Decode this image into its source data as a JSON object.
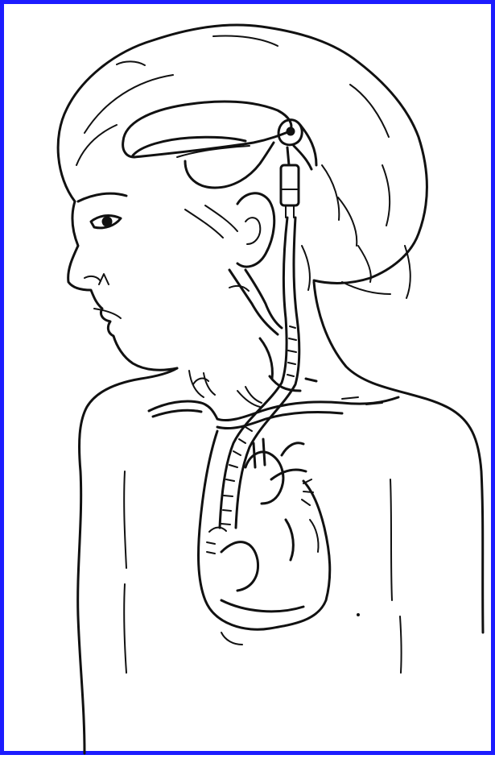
{
  "figure": {
    "frame_color": "#1c1cff",
    "line_color": "#111111",
    "background": "#ffffff",
    "parts": [
      "head",
      "hair",
      "face",
      "ear",
      "brain-ventricle",
      "shunt-valve",
      "shunt-catheter",
      "neck-veins",
      "torso",
      "heart",
      "vessels"
    ]
  }
}
